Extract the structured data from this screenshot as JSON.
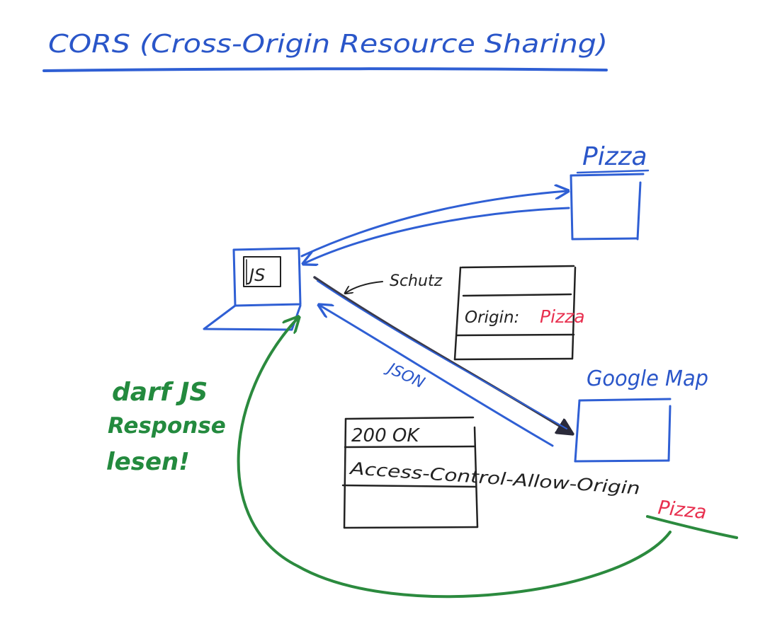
{
  "title": "CORS (Cross-Origin Resource Sharing)",
  "pizza_label": "Pizza",
  "js_label": "JS",
  "schutz_label": "Schutz",
  "request_origin_label": "Origin:",
  "request_origin_value": "Pizza",
  "json_label": "JSON",
  "google_label": "Google Map",
  "response_status": "200 OK",
  "response_header_name": "Access-Control-Allow-Origin",
  "response_header_value": "Pizza",
  "green_note_line1": "darf JS",
  "green_note_line2": "Response",
  "green_note_line3": "lesen!",
  "colors": {
    "blue": "#2f5fd4",
    "black": "#222222",
    "red": "#e8304f",
    "green": "#2b8a3e"
  }
}
